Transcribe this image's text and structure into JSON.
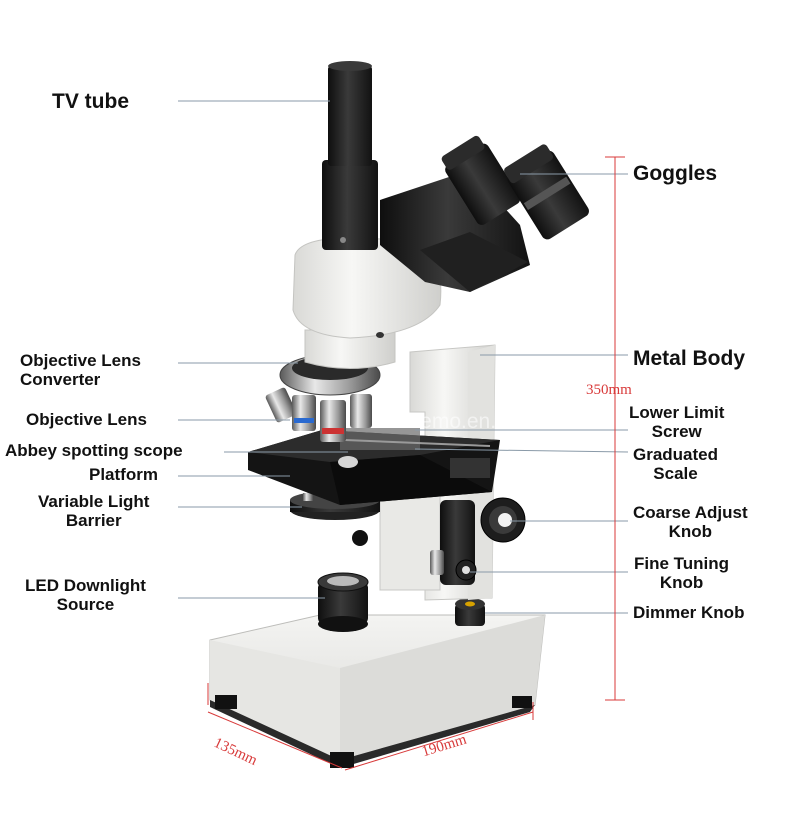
{
  "labels": {
    "tv_tube": "TV tube",
    "goggles": "Goggles",
    "objective_converter": [
      "Objective Lens",
      "Converter"
    ],
    "objective_lens": "Objective Lens",
    "abbey_scope": "Abbey spotting scope",
    "platform": "Platform",
    "light_barrier": [
      "Variable Light",
      "Barrier"
    ],
    "led_source": [
      "LED Downlight",
      "Source"
    ],
    "metal_body": "Metal Body",
    "lower_limit": [
      "Lower Limit",
      "Screw"
    ],
    "graduated": [
      "Graduated",
      "Scale"
    ],
    "coarse": [
      "Coarse Adjust",
      "Knob"
    ],
    "fine": [
      "Fine Tuning",
      "Knob"
    ],
    "dimmer": "Dimmer Knob"
  },
  "dimensions": {
    "height": "350mm",
    "depth": "135mm",
    "width": "190mm"
  },
  "watermark": "ikemo.en.com",
  "colors": {
    "label_text": "#111111",
    "leader_line": "#8a9aa8",
    "dimension": "#d83a3a",
    "body_white": "#f0f0ee",
    "metal_dark": "#1c1c1c"
  }
}
